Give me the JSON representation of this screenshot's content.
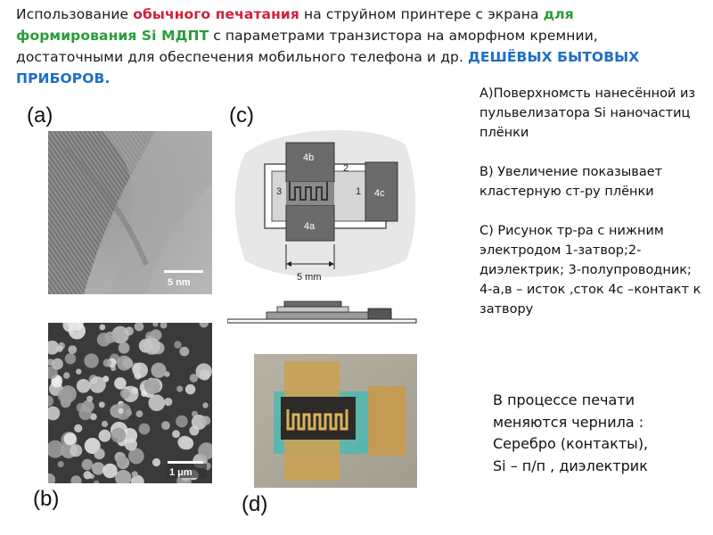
{
  "header": {
    "seg1": "Использование ",
    "seg2": "обычного печатания",
    "seg3": " на струйном принтере с экрана ",
    "seg4": "для формирования ",
    "seg5": "Si МДПТ",
    "seg6": " с параметрами  транзистора на аморфном кремнии, достаточными для обеспечения мобильного телефона и др. ",
    "seg7": "ДЕШЁВЫХ БЫТОВЫХ ПРИБОРОВ."
  },
  "panels": {
    "a_label": "(a)",
    "b_label": "(b)",
    "c_label": "(c)",
    "d_label": "(d)",
    "a_scale": "5 nm",
    "b_scale": "1 μm",
    "c_labels": {
      "l4b": "4b",
      "l4a": "4a",
      "l4c": "4c",
      "l1": "1",
      "l2": "2",
      "l3": "3",
      "dim": "5 mm"
    }
  },
  "side_text": {
    "a": "А)Поверхномсть нанесённой из пульвелизатора  Si наночастиц плёнки",
    "b": "В) Увеличение показывает кластерную ст-ру плёнки",
    "c": "С) Рисунок тр-ра с нижним электродом 1-затвор;2-диэлектрик; 3-полупроводник;  4-а,в – исток ,сток 4с –контакт к затвору",
    "d1": "В процессе печати меняются чернила :",
    "d2": "Серебро (контакты),",
    "d3": "Si – п/п , диэлектрик"
  }
}
